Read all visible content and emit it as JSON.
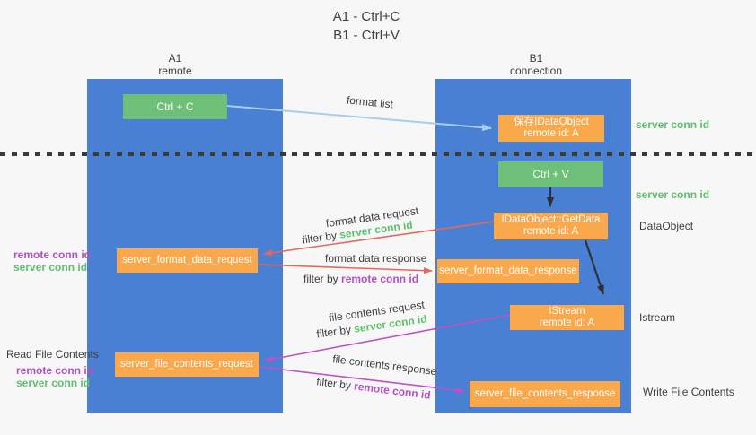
{
  "title": {
    "line1": "A1 - Ctrl+C",
    "line2": "B1 - Ctrl+V"
  },
  "lanes": {
    "left": {
      "name": "A1",
      "role": "remote"
    },
    "right": {
      "name": "B1",
      "role": "connection"
    }
  },
  "nodes": {
    "ctrl_c": {
      "label": "Ctrl + C"
    },
    "save_idataobject": {
      "line1": "保存IDataObject",
      "line2": "remote id: A"
    },
    "ctrl_v": {
      "label": "Ctrl + V"
    },
    "getdata": {
      "line1": "IDataObject::GetData",
      "line2": "remote id: A"
    },
    "format_request": {
      "label": "server_format_data_request"
    },
    "format_response": {
      "label": "server_format_data_response"
    },
    "istream": {
      "line1": "IStream",
      "line2": "remote id: A"
    },
    "file_request": {
      "label": "server_file_contents_request"
    },
    "file_response": {
      "label": "server_file_contents_response"
    }
  },
  "labels": {
    "format_list": "format list",
    "filter_by": "filter by",
    "server_conn_id": "server conn id",
    "remote_conn_id": "remote conn id",
    "dataobject": "DataObject",
    "istream": "Istream",
    "read_file_contents": "Read File Contents",
    "write_file_contents": "Write File Contents",
    "format_data_request": "format data request",
    "format_data_response": "format data response",
    "file_contents_request": "file contents request",
    "file_contents_response": "file contents response"
  },
  "colors": {
    "lane_blue": "#4a80d4",
    "box_green": "#6ec079",
    "box_orange": "#f9a94c",
    "green_text": "#5fbf6e",
    "purple_text": "#b350c3",
    "red_arrow": "#e4685e",
    "magenta_arrow": "#bf53c5",
    "blue_arrow": "#a7cdec",
    "black_arrow": "#2f2f2f",
    "dark_text": "#3d3d3d",
    "background": "#f7f7f7"
  }
}
